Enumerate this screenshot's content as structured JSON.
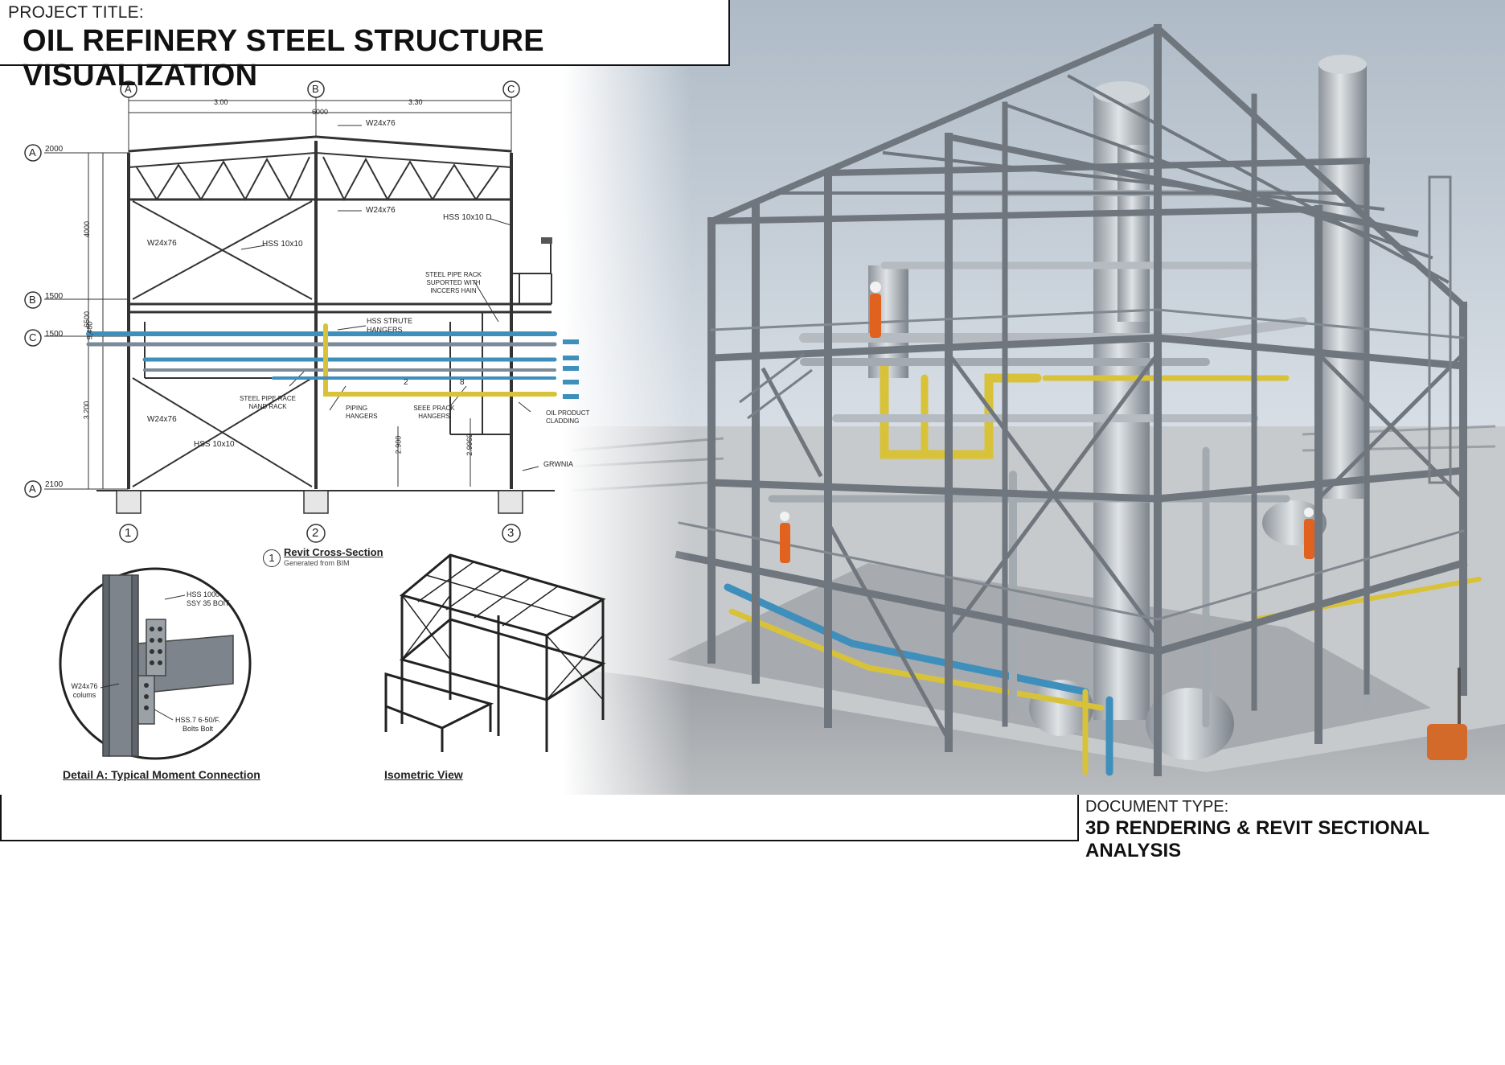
{
  "title_block": {
    "caption": "PROJECT TITLE:",
    "title": "OIL REFINERY STEEL STRUCTURE VISUALIZATION"
  },
  "document_block": {
    "caption": "DOCUMENT TYPE:",
    "title": "3D RENDERING & REVIT SECTIONAL ANALYSIS"
  },
  "section": {
    "grid_top": [
      "A",
      "B",
      "C"
    ],
    "grid_bottom": [
      "1",
      "2",
      "3"
    ],
    "grid_left": [
      "A",
      "B",
      "C",
      "A"
    ],
    "levels": [
      "2000",
      "1500",
      "1500",
      "2100"
    ],
    "dims_top": [
      "3.00",
      "3.30",
      "6000"
    ],
    "dims_left": [
      "4000",
      "6500",
      "3.200",
      "9,480"
    ],
    "dims_inner": [
      "2.900",
      "2.9969"
    ],
    "labels": {
      "w24_roof": "W24x76",
      "w24_mid": "W24x76",
      "w24_left_upper": "W24x76",
      "w24_left_lower": "W24x76",
      "hss_upper": "HSS 10x10",
      "hss_lower": "HSS 10x10",
      "hss_right": "HSS 10x10 D",
      "pipe_rack": "STEEL PIPE RACK SUPORTED WITH INCCERS HAIN",
      "hss_strute": "HSS STRUTE HANGERS",
      "steel_pipe_race": "STEEL PIPE RACE NAND RACK",
      "piping_hangers": "PIPING HANGERS",
      "seee_prack": "SEEE PRACK HANGERS",
      "oil_product": "OIL PRODUCT CLADDING",
      "grwnia": "GRWNIA",
      "mark_2": "2",
      "mark_8": "8"
    },
    "caption_number": "1",
    "caption_title": "Revit Cross-Section",
    "caption_sub": "Generated from BIM"
  },
  "detail": {
    "label_hss": "HSS 1000 SSY 35 BOlT",
    "label_column": "W24x76 colums",
    "label_bolt": "HSS.7 6-50/F. Bolts Bolt",
    "caption": "Detail A: Typical Moment Connection"
  },
  "isometric": {
    "caption": "Isometric View"
  },
  "colors": {
    "steel": "#6f767d",
    "pipe_yellow": "#d8c23a",
    "pipe_blue": "#3f8fbd",
    "worker_orange": "#e0621e",
    "sky": "#c9d3dc"
  }
}
